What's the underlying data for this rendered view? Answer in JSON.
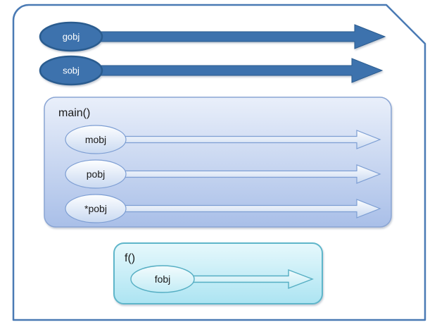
{
  "colors": {
    "canvas_border": "#4a7ab4",
    "solid_fill": "#3c72ad",
    "solid_edge": "#2b5c8f",
    "main_box_top": "#e9effa",
    "main_box_bottom": "#a9bfe8",
    "main_box_border": "#8aa5d4",
    "inner_shape_top": "#fdfeff",
    "inner_shape_bottom": "#c9d9f1",
    "inner_stroke": "#7d9ed3",
    "f_box_top": "#e6f8fc",
    "f_box_bottom": "#ace4f2",
    "f_border": "#5fb6ca",
    "f_shape_top": "#f2fbfd",
    "f_shape_bottom": "#c3ecf5",
    "f_stroke": "#55aec3",
    "label_text": "#1a1a1a",
    "ellipse_text": "#ffffff"
  },
  "diagram": {
    "top_level": {
      "objects": [
        {
          "label": "gobj"
        },
        {
          "label": "sobj"
        }
      ]
    },
    "main_scope": {
      "label": "main()",
      "objects": [
        {
          "label": "mobj"
        },
        {
          "label": "pobj"
        },
        {
          "label": "*pobj"
        }
      ]
    },
    "f_scope": {
      "label": "f()",
      "objects": [
        {
          "label": "fobj"
        }
      ]
    }
  }
}
